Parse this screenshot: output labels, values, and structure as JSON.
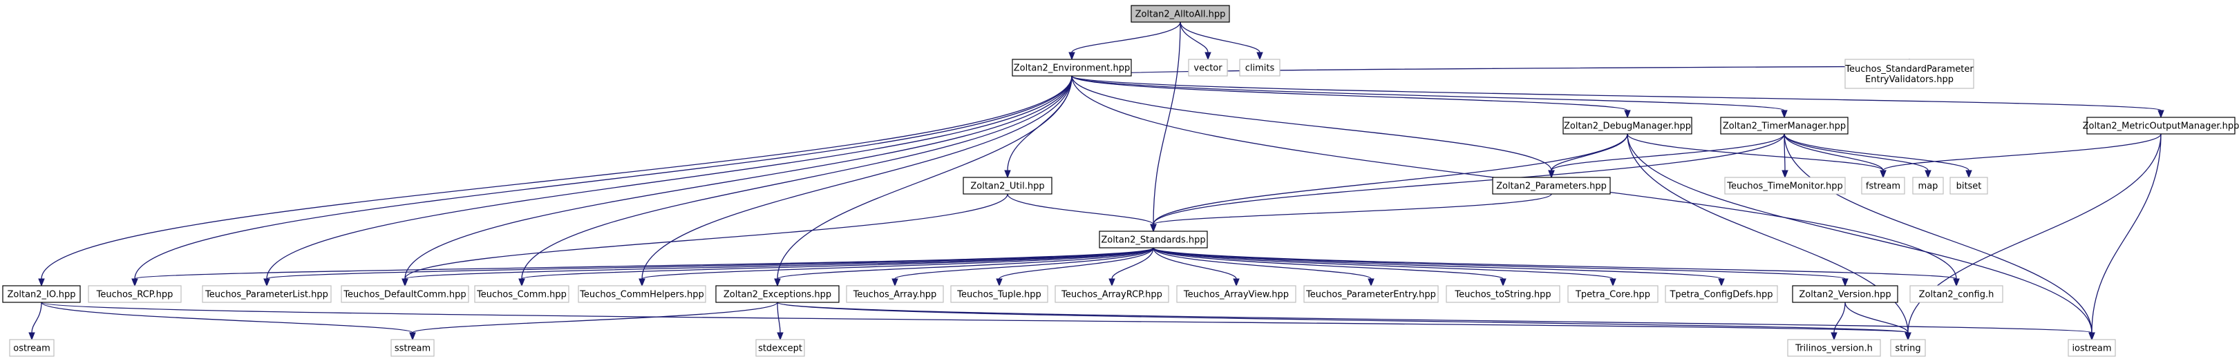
{
  "diagram": {
    "colors": {
      "edge": "#191970",
      "node_border": "#000000",
      "node_border_external": "#bfbfbf",
      "node_fill": "#ffffff",
      "root_fill": "#bfbfbf",
      "text": "#000000",
      "text_external": "#000000"
    },
    "nodes": [
      {
        "id": "alltoall",
        "label": "Zoltan2_AlltoAll.hpp",
        "kind": "root"
      },
      {
        "id": "environment",
        "label": "Zoltan2_Environment.hpp",
        "kind": "internal"
      },
      {
        "id": "vector",
        "label": "vector",
        "kind": "external"
      },
      {
        "id": "climits",
        "label": "climits",
        "kind": "external"
      },
      {
        "id": "teuchos_spev",
        "label": "Teuchos_StandardParameter\nEntryValidators.hpp",
        "kind": "external"
      },
      {
        "id": "debugmanager",
        "label": "Zoltan2_DebugManager.hpp",
        "kind": "internal"
      },
      {
        "id": "timermanager",
        "label": "Zoltan2_TimerManager.hpp",
        "kind": "internal"
      },
      {
        "id": "metricoutput",
        "label": "Zoltan2_MetricOutputManager.hpp",
        "kind": "internal"
      },
      {
        "id": "util",
        "label": "Zoltan2_Util.hpp",
        "kind": "internal"
      },
      {
        "id": "parameters",
        "label": "Zoltan2_Parameters.hpp",
        "kind": "internal"
      },
      {
        "id": "timemonitor",
        "label": "Teuchos_TimeMonitor.hpp",
        "kind": "external"
      },
      {
        "id": "fstream",
        "label": "fstream",
        "kind": "external"
      },
      {
        "id": "map",
        "label": "map",
        "kind": "external"
      },
      {
        "id": "bitset",
        "label": "bitset",
        "kind": "external"
      },
      {
        "id": "standards",
        "label": "Zoltan2_Standards.hpp",
        "kind": "internal"
      },
      {
        "id": "io",
        "label": "Zoltan2_IO.hpp",
        "kind": "internal"
      },
      {
        "id": "rcp",
        "label": "Teuchos_RCP.hpp",
        "kind": "external"
      },
      {
        "id": "paramlist",
        "label": "Teuchos_ParameterList.hpp",
        "kind": "external"
      },
      {
        "id": "defaultcomm",
        "label": "Teuchos_DefaultComm.hpp",
        "kind": "external"
      },
      {
        "id": "comm",
        "label": "Teuchos_Comm.hpp",
        "kind": "external"
      },
      {
        "id": "commhelpers",
        "label": "Teuchos_CommHelpers.hpp",
        "kind": "external"
      },
      {
        "id": "exceptions",
        "label": "Zoltan2_Exceptions.hpp",
        "kind": "internal"
      },
      {
        "id": "array",
        "label": "Teuchos_Array.hpp",
        "kind": "external"
      },
      {
        "id": "tuple",
        "label": "Teuchos_Tuple.hpp",
        "kind": "external"
      },
      {
        "id": "arrayrcp",
        "label": "Teuchos_ArrayRCP.hpp",
        "kind": "external"
      },
      {
        "id": "arrayview",
        "label": "Teuchos_ArrayView.hpp",
        "kind": "external"
      },
      {
        "id": "paramentry",
        "label": "Teuchos_ParameterEntry.hpp",
        "kind": "external"
      },
      {
        "id": "tostring",
        "label": "Teuchos_toString.hpp",
        "kind": "external"
      },
      {
        "id": "tpetracore",
        "label": "Tpetra_Core.hpp",
        "kind": "external"
      },
      {
        "id": "tpetraconfig",
        "label": "Tpetra_ConfigDefs.hpp",
        "kind": "external"
      },
      {
        "id": "version",
        "label": "Zoltan2_Version.hpp",
        "kind": "internal"
      },
      {
        "id": "config",
        "label": "Zoltan2_config.h",
        "kind": "external"
      },
      {
        "id": "ostream",
        "label": "ostream",
        "kind": "external"
      },
      {
        "id": "sstream",
        "label": "sstream",
        "kind": "external"
      },
      {
        "id": "stdexcept",
        "label": "stdexcept",
        "kind": "external"
      },
      {
        "id": "trilinos",
        "label": "Trilinos_version.h",
        "kind": "external"
      },
      {
        "id": "string",
        "label": "string",
        "kind": "external"
      },
      {
        "id": "iostream",
        "label": "iostream",
        "kind": "external"
      }
    ],
    "edges": [
      {
        "from": "alltoall",
        "to": "environment"
      },
      {
        "from": "alltoall",
        "to": "vector"
      },
      {
        "from": "alltoall",
        "to": "climits"
      },
      {
        "from": "alltoall",
        "to": "standards"
      },
      {
        "from": "environment",
        "to": "teuchos_spev"
      },
      {
        "from": "environment",
        "to": "debugmanager"
      },
      {
        "from": "environment",
        "to": "timermanager"
      },
      {
        "from": "environment",
        "to": "metricoutput"
      },
      {
        "from": "environment",
        "to": "util"
      },
      {
        "from": "environment",
        "to": "parameters"
      },
      {
        "from": "environment",
        "to": "io"
      },
      {
        "from": "environment",
        "to": "rcp"
      },
      {
        "from": "environment",
        "to": "paramlist"
      },
      {
        "from": "environment",
        "to": "defaultcomm"
      },
      {
        "from": "environment",
        "to": "comm"
      },
      {
        "from": "environment",
        "to": "commhelpers"
      },
      {
        "from": "environment",
        "to": "exceptions"
      },
      {
        "from": "environment",
        "to": "config"
      },
      {
        "from": "debugmanager",
        "to": "parameters"
      },
      {
        "from": "debugmanager",
        "to": "standards"
      },
      {
        "from": "debugmanager",
        "to": "fstream"
      },
      {
        "from": "debugmanager",
        "to": "string"
      },
      {
        "from": "debugmanager",
        "to": "iostream"
      },
      {
        "from": "timermanager",
        "to": "parameters"
      },
      {
        "from": "timermanager",
        "to": "standards"
      },
      {
        "from": "timermanager",
        "to": "timemonitor"
      },
      {
        "from": "timermanager",
        "to": "fstream"
      },
      {
        "from": "timermanager",
        "to": "map"
      },
      {
        "from": "timermanager",
        "to": "bitset"
      },
      {
        "from": "timermanager",
        "to": "iostream"
      },
      {
        "from": "metricoutput",
        "to": "fstream"
      },
      {
        "from": "metricoutput",
        "to": "string"
      },
      {
        "from": "metricoutput",
        "to": "iostream"
      },
      {
        "from": "util",
        "to": "standards"
      },
      {
        "from": "util",
        "to": "defaultcomm"
      },
      {
        "from": "parameters",
        "to": "standards"
      },
      {
        "from": "standards",
        "to": "rcp"
      },
      {
        "from": "standards",
        "to": "paramlist"
      },
      {
        "from": "standards",
        "to": "defaultcomm"
      },
      {
        "from": "standards",
        "to": "comm"
      },
      {
        "from": "standards",
        "to": "commhelpers"
      },
      {
        "from": "standards",
        "to": "exceptions"
      },
      {
        "from": "standards",
        "to": "array"
      },
      {
        "from": "standards",
        "to": "tuple"
      },
      {
        "from": "standards",
        "to": "arrayrcp"
      },
      {
        "from": "standards",
        "to": "arrayview"
      },
      {
        "from": "standards",
        "to": "paramentry"
      },
      {
        "from": "standards",
        "to": "tostring"
      },
      {
        "from": "standards",
        "to": "tpetracore"
      },
      {
        "from": "standards",
        "to": "tpetraconfig"
      },
      {
        "from": "standards",
        "to": "version"
      },
      {
        "from": "standards",
        "to": "config"
      },
      {
        "from": "io",
        "to": "ostream"
      },
      {
        "from": "io",
        "to": "sstream"
      },
      {
        "from": "io",
        "to": "string"
      },
      {
        "from": "exceptions",
        "to": "sstream"
      },
      {
        "from": "exceptions",
        "to": "stdexcept"
      },
      {
        "from": "exceptions",
        "to": "string"
      },
      {
        "from": "exceptions",
        "to": "iostream"
      },
      {
        "from": "version",
        "to": "trilinos"
      },
      {
        "from": "version",
        "to": "string"
      }
    ]
  }
}
